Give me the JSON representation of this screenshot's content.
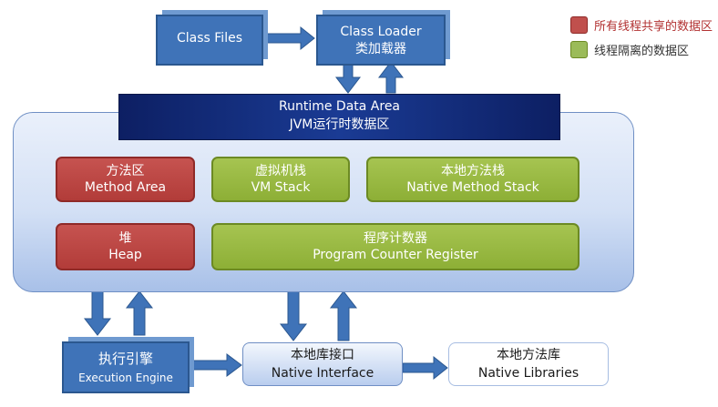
{
  "legend": [
    {
      "label": "所有线程共享的数据区",
      "color": "#c0504d"
    },
    {
      "label": "线程隔离的数据区",
      "color": "#9bbb59"
    }
  ],
  "class_files": {
    "label": "Class  Files"
  },
  "class_loader": {
    "label_en": "Class  Loader",
    "label_zh": "类加载器"
  },
  "runtime_area": {
    "label_en": "Runtime Data Area",
    "label_zh": "JVM运行时数据区"
  },
  "regions": {
    "method_area": {
      "zh": "方法区",
      "en": "Method Area",
      "color": "#c0504d"
    },
    "vm_stack": {
      "zh": "虚拟机栈",
      "en": "VM Stack",
      "color": "#9bbb59"
    },
    "native_method_stack": {
      "zh": "本地方法栈",
      "en": "Native Method Stack",
      "color": "#9bbb59"
    },
    "heap": {
      "zh": "堆",
      "en": "Heap",
      "color": "#c0504d"
    },
    "program_counter": {
      "zh": "程序计数器",
      "en": "Program Counter Register",
      "color": "#9bbb59"
    }
  },
  "execution_engine": {
    "zh": "执行引擎",
    "en": "Execution Engine"
  },
  "native_interface": {
    "zh": "本地库接口",
    "en": "Native Interface"
  },
  "native_libraries": {
    "zh": "本地方法库",
    "en": "Native Libraries"
  }
}
